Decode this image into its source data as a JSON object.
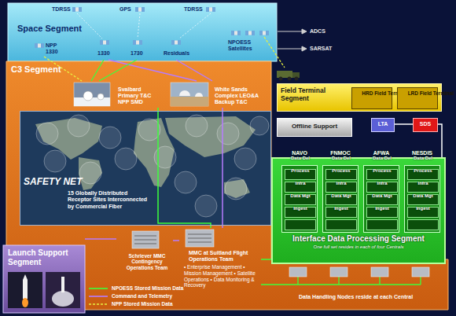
{
  "diagram": {
    "nodes": [
      {
        "text": [
          "Space Segment"
        ]
      },
      {
        "text": [
          "C3 Segment"
        ]
      },
      {
        "text": [
          "Svalbard Primary T&C NPP SMD"
        ],
        "in": 1
      },
      {
        "text": [
          "White Sands Complex LEO&A Backup T&C"
        ],
        "in": 1
      },
      {
        "text": [
          "15 Globally Distributed Receptor Sites Interconnected by Commercial Fiber"
        ],
        "in": 1
      },
      {
        "text": [
          "Schriever MMC Contingency Operations Team"
        ],
        "in": 1
      },
      {
        "text": [
          "MMC at Suitland Flight Operations Team",
          "• Enterprise Management • Mission Management • Satellite Operations • Data Monitoring & Recovery"
        ],
        "in": 1
      },
      {
        "text": [
          "Field Terminal Segment"
        ]
      },
      {
        "text": [
          "HRD Field Terminal"
        ],
        "in": 7
      },
      {
        "text": [
          "LRD Field Terminal"
        ],
        "in": 7
      },
      {
        "text": [
          "Offline Support"
        ]
      },
      {
        "text": [
          "LTA"
        ]
      },
      {
        "text": [
          "SDS"
        ]
      },
      {
        "text": [
          "Interface Data Processing Segment",
          "One full set resides in each of four Centrals"
        ]
      },
      {
        "text": [
          "NAVO"
        ],
        "in": 13
      },
      {
        "text": [
          "Data Del"
        ],
        "in": 14
      },
      {
        "text": [
          "Process"
        ],
        "in": 14
      },
      {
        "text": [
          "Infra"
        ],
        "in": 14
      },
      {
        "text": [
          "Data Mgt"
        ],
        "in": 14
      },
      {
        "text": [
          "Ingest"
        ],
        "in": 14
      },
      {
        "text": [
          "FNMOC"
        ],
        "in": 13
      },
      {
        "text": [
          "Data Del"
        ],
        "in": 20
      },
      {
        "text": [
          "Process"
        ],
        "in": 20
      },
      {
        "text": [
          "Infra"
        ],
        "in": 20
      },
      {
        "text": [
          "Data Mgt"
        ],
        "in": 20
      },
      {
        "text": [
          "Ingest"
        ],
        "in": 20
      },
      {
        "text": [
          "AFWA"
        ],
        "in": 13
      },
      {
        "text": [
          "Data Del"
        ],
        "in": 26
      },
      {
        "text": [
          "Process"
        ],
        "in": 26
      },
      {
        "text": [
          "Infra"
        ],
        "in": 26
      },
      {
        "text": [
          "Data Mgt"
        ],
        "in": 26
      },
      {
        "text": [
          "Ingest"
        ],
        "in": 26
      },
      {
        "text": [
          "NESDIS"
        ],
        "in": 13
      },
      {
        "text": [
          "Data Del"
        ],
        "in": 32
      },
      {
        "text": [
          "Process"
        ],
        "in": 32
      },
      {
        "text": [
          "Infra"
        ],
        "in": 32
      },
      {
        "text": [
          "Data Mgt"
        ],
        "in": 32
      },
      {
        "text": [
          "Ingest"
        ],
        "in": 32
      },
      {
        "text": [
          "Launch Support Segment"
        ]
      }
    ],
    "edges": [
      {
        "from": 2,
        "to": 6,
        "arrow": "none"
      },
      {
        "from": 3,
        "to": 6,
        "arrow": "none"
      },
      {
        "from": 5,
        "to": 6,
        "arrow": "none"
      },
      {
        "from": 6,
        "to": 13,
        "arrow": "none"
      },
      {
        "from": 38,
        "to": 5,
        "arrow": "none"
      },
      {
        "from": 11,
        "to": 12,
        "arrow": "none"
      },
      {
        "from": 12,
        "to": 13,
        "arrow": "none"
      }
    ],
    "labels": [
      "TDRSS",
      "GPS",
      "TDRSS",
      "NPP 1330",
      "1330",
      "1730",
      "Residuals",
      "NPOESS Satellites",
      "ADCS",
      "SARSAT",
      "SAFETY NET",
      "Data Handling Nodes reside at each Central"
    ],
    "legend": [
      {
        "text": "NPOESS Stored Mission Data"
      },
      {
        "text": "Command and Telemetry"
      },
      {
        "text": "NPP Stored Mission Data"
      }
    ]
  }
}
